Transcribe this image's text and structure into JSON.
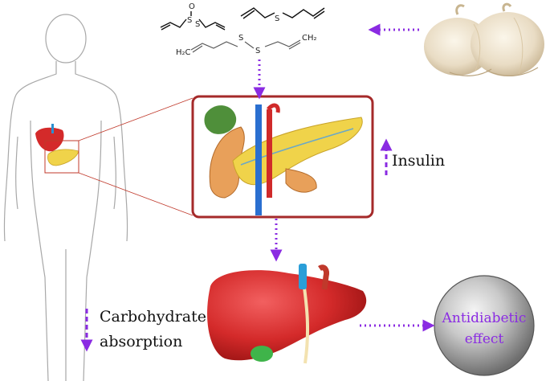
{
  "labels": {
    "insulin": "Insulin",
    "carb_line1": "Carbohydrate",
    "carb_line2": "absorption",
    "effect_line1": "Antidiabetic",
    "effect_line2": "effect"
  },
  "chem_atoms": {
    "sulfur": "S",
    "oxygen": "O",
    "ch2": "CH₂",
    "h2c": "H₂C"
  },
  "icons": [
    "human-silhouette-icon",
    "pancreas-icon",
    "garlic-icon",
    "liver-icon",
    "arrow-up-icon",
    "arrow-down-icon"
  ],
  "colors": {
    "arrow": "#8a2be2",
    "frame": "#a52a2a",
    "liver": "#d42a2a",
    "pancreas": "#f0d34a",
    "sphere": "#b8b8b8",
    "label_accent": "#8a2be2"
  }
}
